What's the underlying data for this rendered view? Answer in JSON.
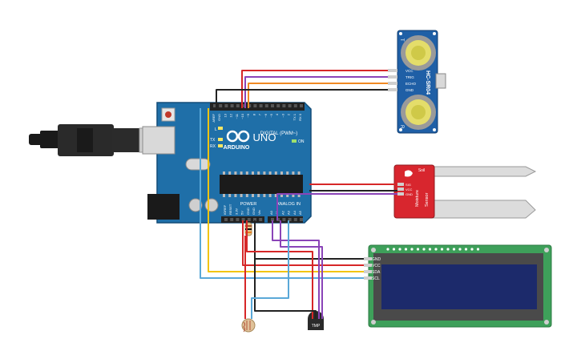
{
  "arduino": {
    "brand": "ARDUINO",
    "model": "UNO",
    "digital_header": "DIGITAL (PWM~)",
    "power_header": "POWER",
    "analog_header": "ANALOG IN",
    "top_pins": [
      "AREF",
      "GND",
      "13",
      "12",
      "~11",
      "~10",
      "~9",
      "8",
      "7",
      "~6",
      "~5",
      "4",
      "~3",
      "2",
      "TX 1",
      "RX 0"
    ],
    "power_pins": [
      "IOREF",
      "RESET",
      "3.3V",
      "5V",
      "GND",
      "GND",
      "Vin"
    ],
    "analog_pins": [
      "A0",
      "A1",
      "A2",
      "A3",
      "A4",
      "A5"
    ],
    "led_labels": [
      "L",
      "TX",
      "RX"
    ],
    "on_label": "ON"
  },
  "ultrasonic": {
    "model": "HC-SR04",
    "pins": [
      "VCC",
      "TRIG",
      "ECHO",
      "GND"
    ],
    "side_labels": [
      "T",
      "R"
    ]
  },
  "soil_sensor": {
    "brand": "Soil",
    "title": "Moisture",
    "word": "Sensor",
    "pins": [
      "SIG",
      "VCC",
      "GND"
    ]
  },
  "lcd": {
    "pins": [
      "GND",
      "VCC",
      "SDA",
      "SCL"
    ]
  },
  "temp_sensor": {
    "label": "TMP"
  },
  "colors": {
    "board": "#1f6fa8",
    "lcd_pcb": "#3ea05a",
    "lcd_screen": "#1c2a6b",
    "wire_red": "#d62728",
    "wire_black": "#222222",
    "wire_yellow": "#f2c40f",
    "wire_blue": "#5aa8d8",
    "wire_purple": "#8a44b8",
    "wire_orange": "#f08a24",
    "sensor_red": "#d8262e",
    "ultrasonic_blue": "#1f5fa6"
  }
}
